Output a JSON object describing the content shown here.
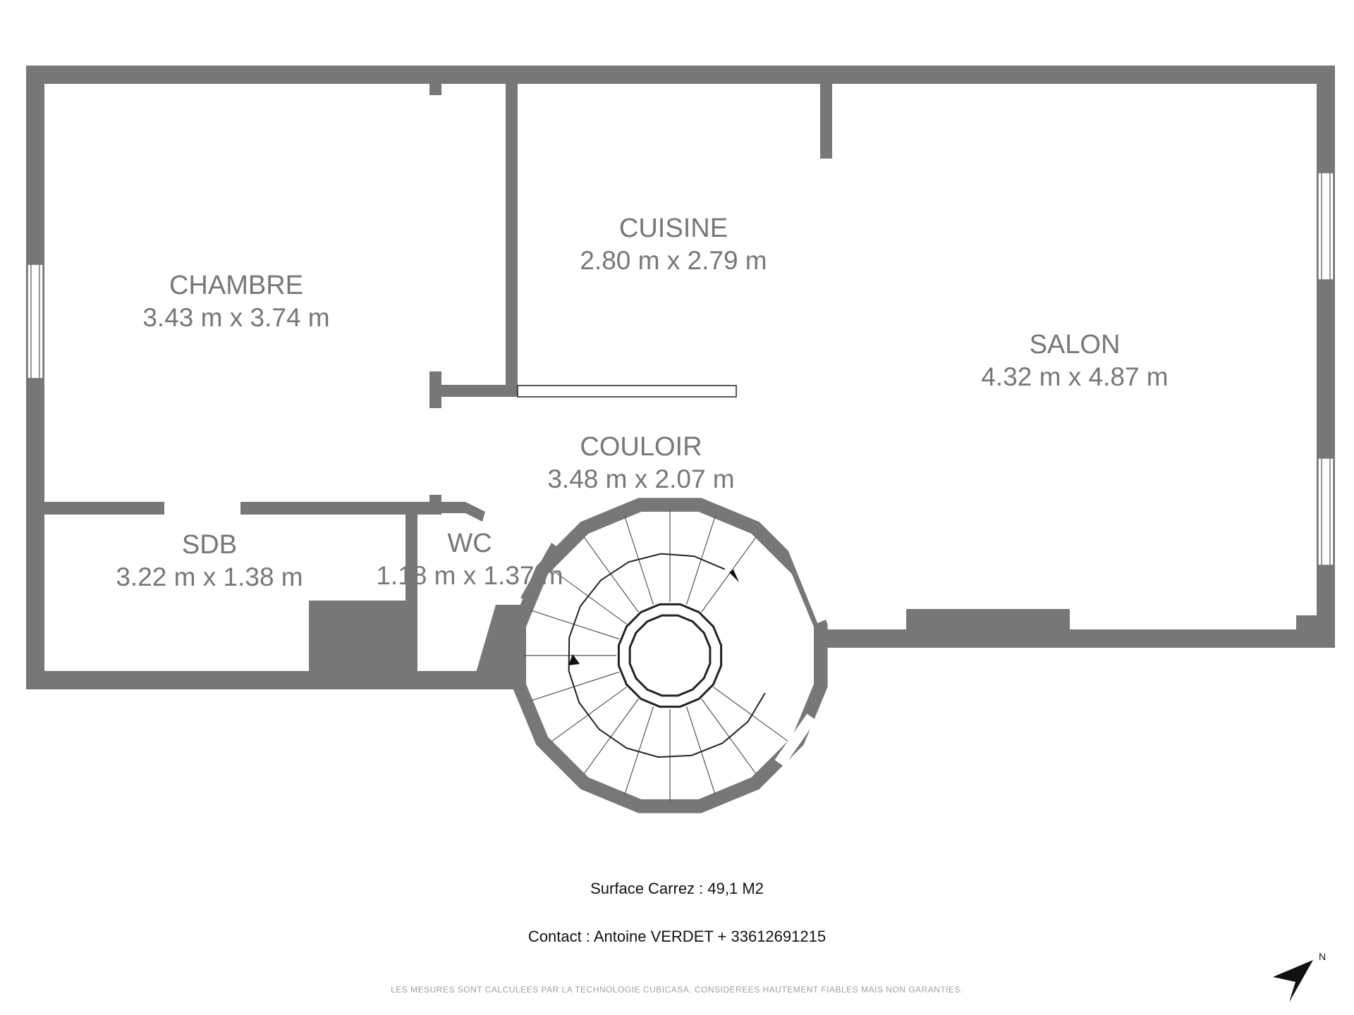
{
  "rooms": {
    "chambre": {
      "name": "CHAMBRE",
      "dims": "3.43 m x 3.74 m"
    },
    "cuisine": {
      "name": "CUISINE",
      "dims": "2.80 m x 2.79 m"
    },
    "salon": {
      "name": "SALON",
      "dims": "4.32 m x 4.87 m"
    },
    "couloir": {
      "name": "COULOIR",
      "dims": "3.48 m x 2.07 m"
    },
    "sdb": {
      "name": "SDB",
      "dims": "3.22 m x 1.38 m"
    },
    "wc": {
      "name": "WC",
      "dims": "1.18 m x 1.37 m"
    }
  },
  "footer": {
    "surface": "Surface Carrez : 49,1 M2",
    "contact": "Contact : Antoine VERDET + 33612691215",
    "disclaimer": "LES MESURES SONT CALCULEES PAR LA TECHNOLOGIE CUBICASA. CONSIDEREES HAUTEMENT FIABLES MAIS NON GARANTIES."
  },
  "compass": {
    "label": "N",
    "icon": "north-arrow-icon"
  },
  "colors": {
    "wall": "#777777",
    "stair_line": "#222222",
    "text": "#777777"
  }
}
